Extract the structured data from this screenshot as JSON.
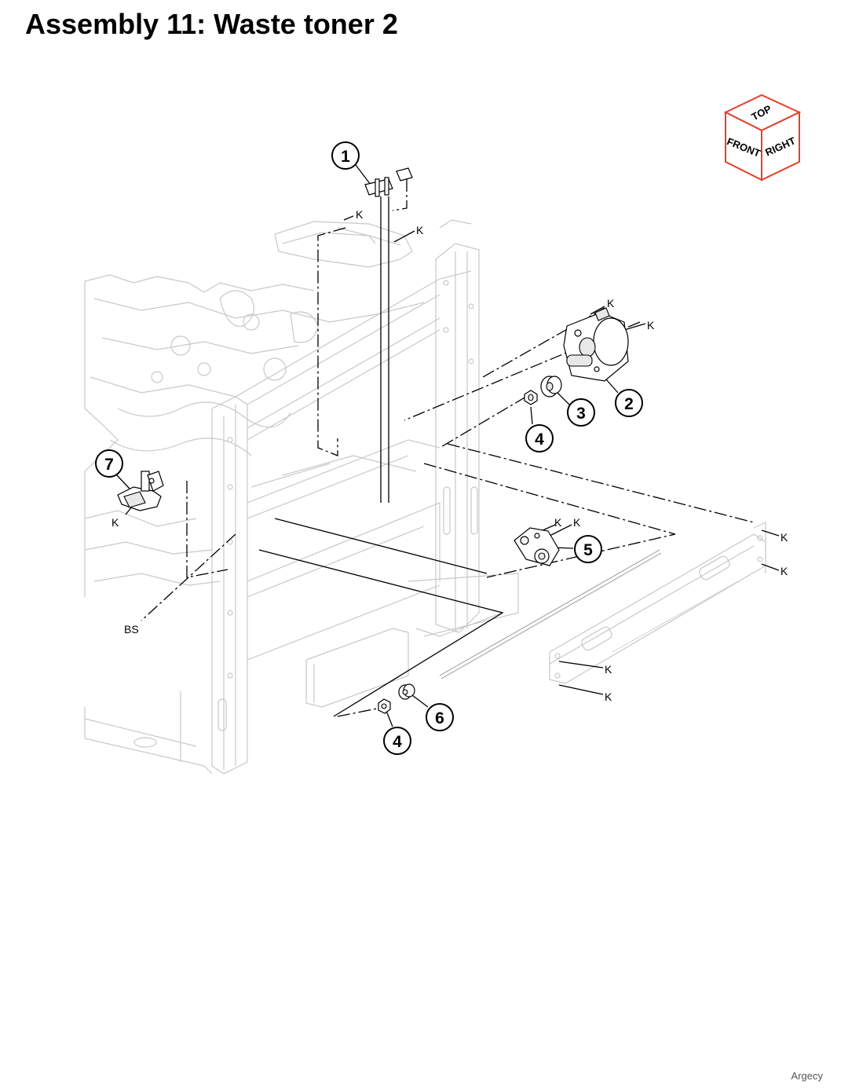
{
  "title": "Assembly 11: Waste toner 2",
  "orientation_cube": {
    "top": "TOP",
    "front": "FRONT",
    "right": "RIGHT",
    "accent_color": "#e5402a"
  },
  "callouts": [
    {
      "id": "c1",
      "number": "1"
    },
    {
      "id": "c2",
      "number": "2"
    },
    {
      "id": "c3",
      "number": "3"
    },
    {
      "id": "c4a",
      "number": "4"
    },
    {
      "id": "c4b",
      "number": "4"
    },
    {
      "id": "c5",
      "number": "5"
    },
    {
      "id": "c6",
      "number": "6"
    },
    {
      "id": "c7",
      "number": "7"
    }
  ],
  "labels": {
    "k": "K",
    "bs": "BS"
  },
  "watermark": "Argecy"
}
